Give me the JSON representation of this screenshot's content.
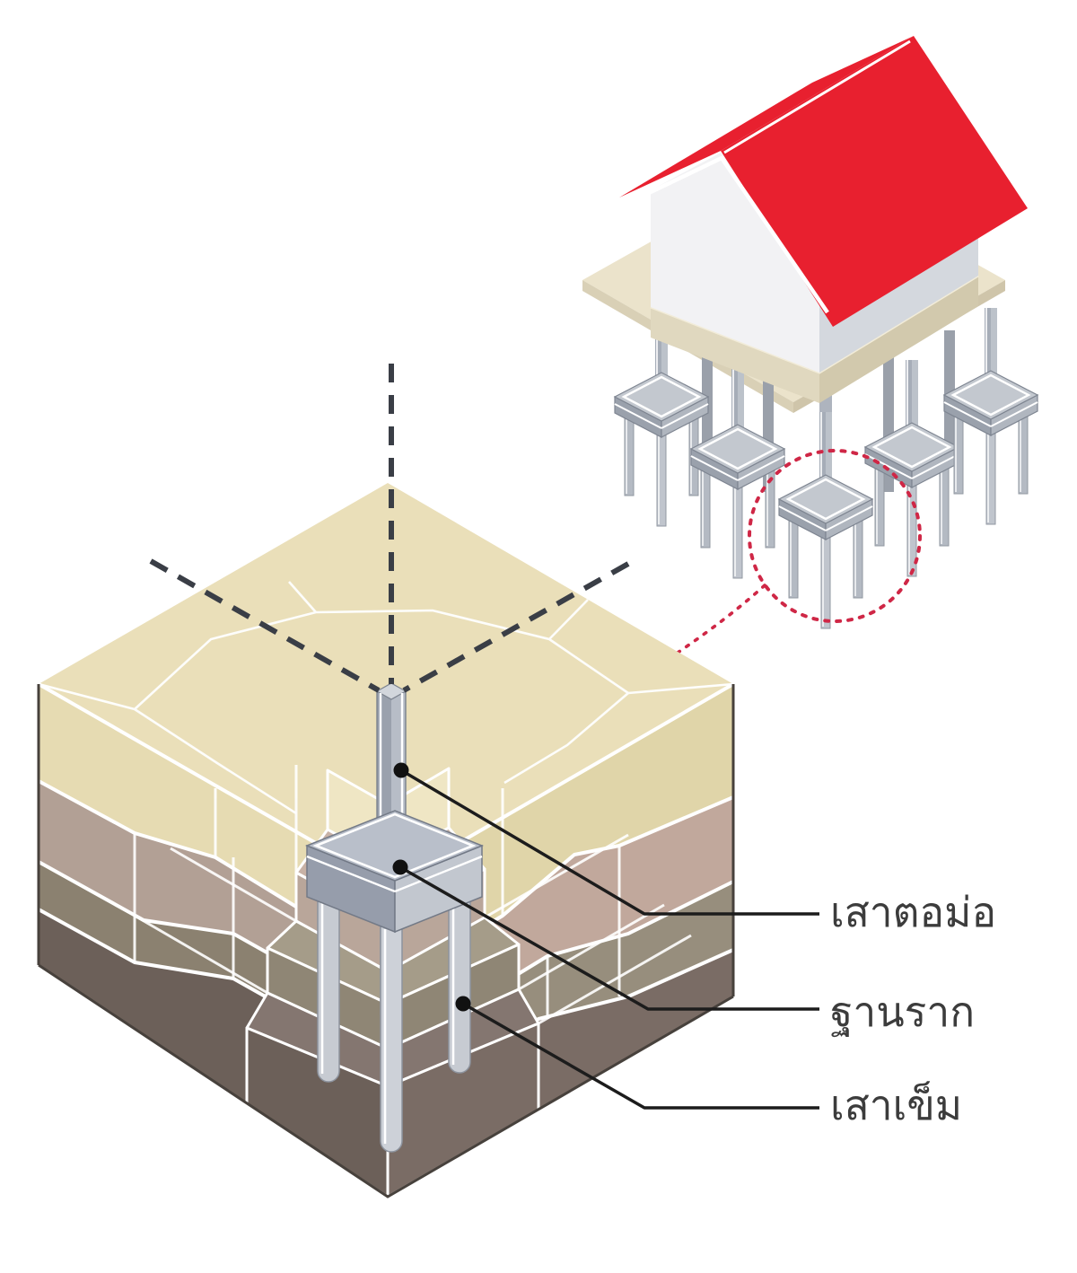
{
  "figure": {
    "description_names": {
      "main": "soil-cutaway-foundation-diagram",
      "inset": "house-on-piles-illustration"
    },
    "callout_labels": {
      "pier": "เสาตอม่อ",
      "footing": "ฐานราก",
      "pile": "เสาเข็ม"
    },
    "colors": {
      "accent_red_roof": "#e8202f",
      "accent_red_dashed": "#cf2746",
      "soil_topsoil_tan": "#e9dfb8",
      "soil_layer2_mauve": "#b5a296",
      "soil_layer3_olive": "#8c8271",
      "soil_layer4_dark": "#6e6159",
      "concrete_grey": "#b9bfca",
      "callout_line": "#1c1c1c",
      "axis_dash": "#3a3e46",
      "label_text": "#3c3c3c"
    }
  }
}
